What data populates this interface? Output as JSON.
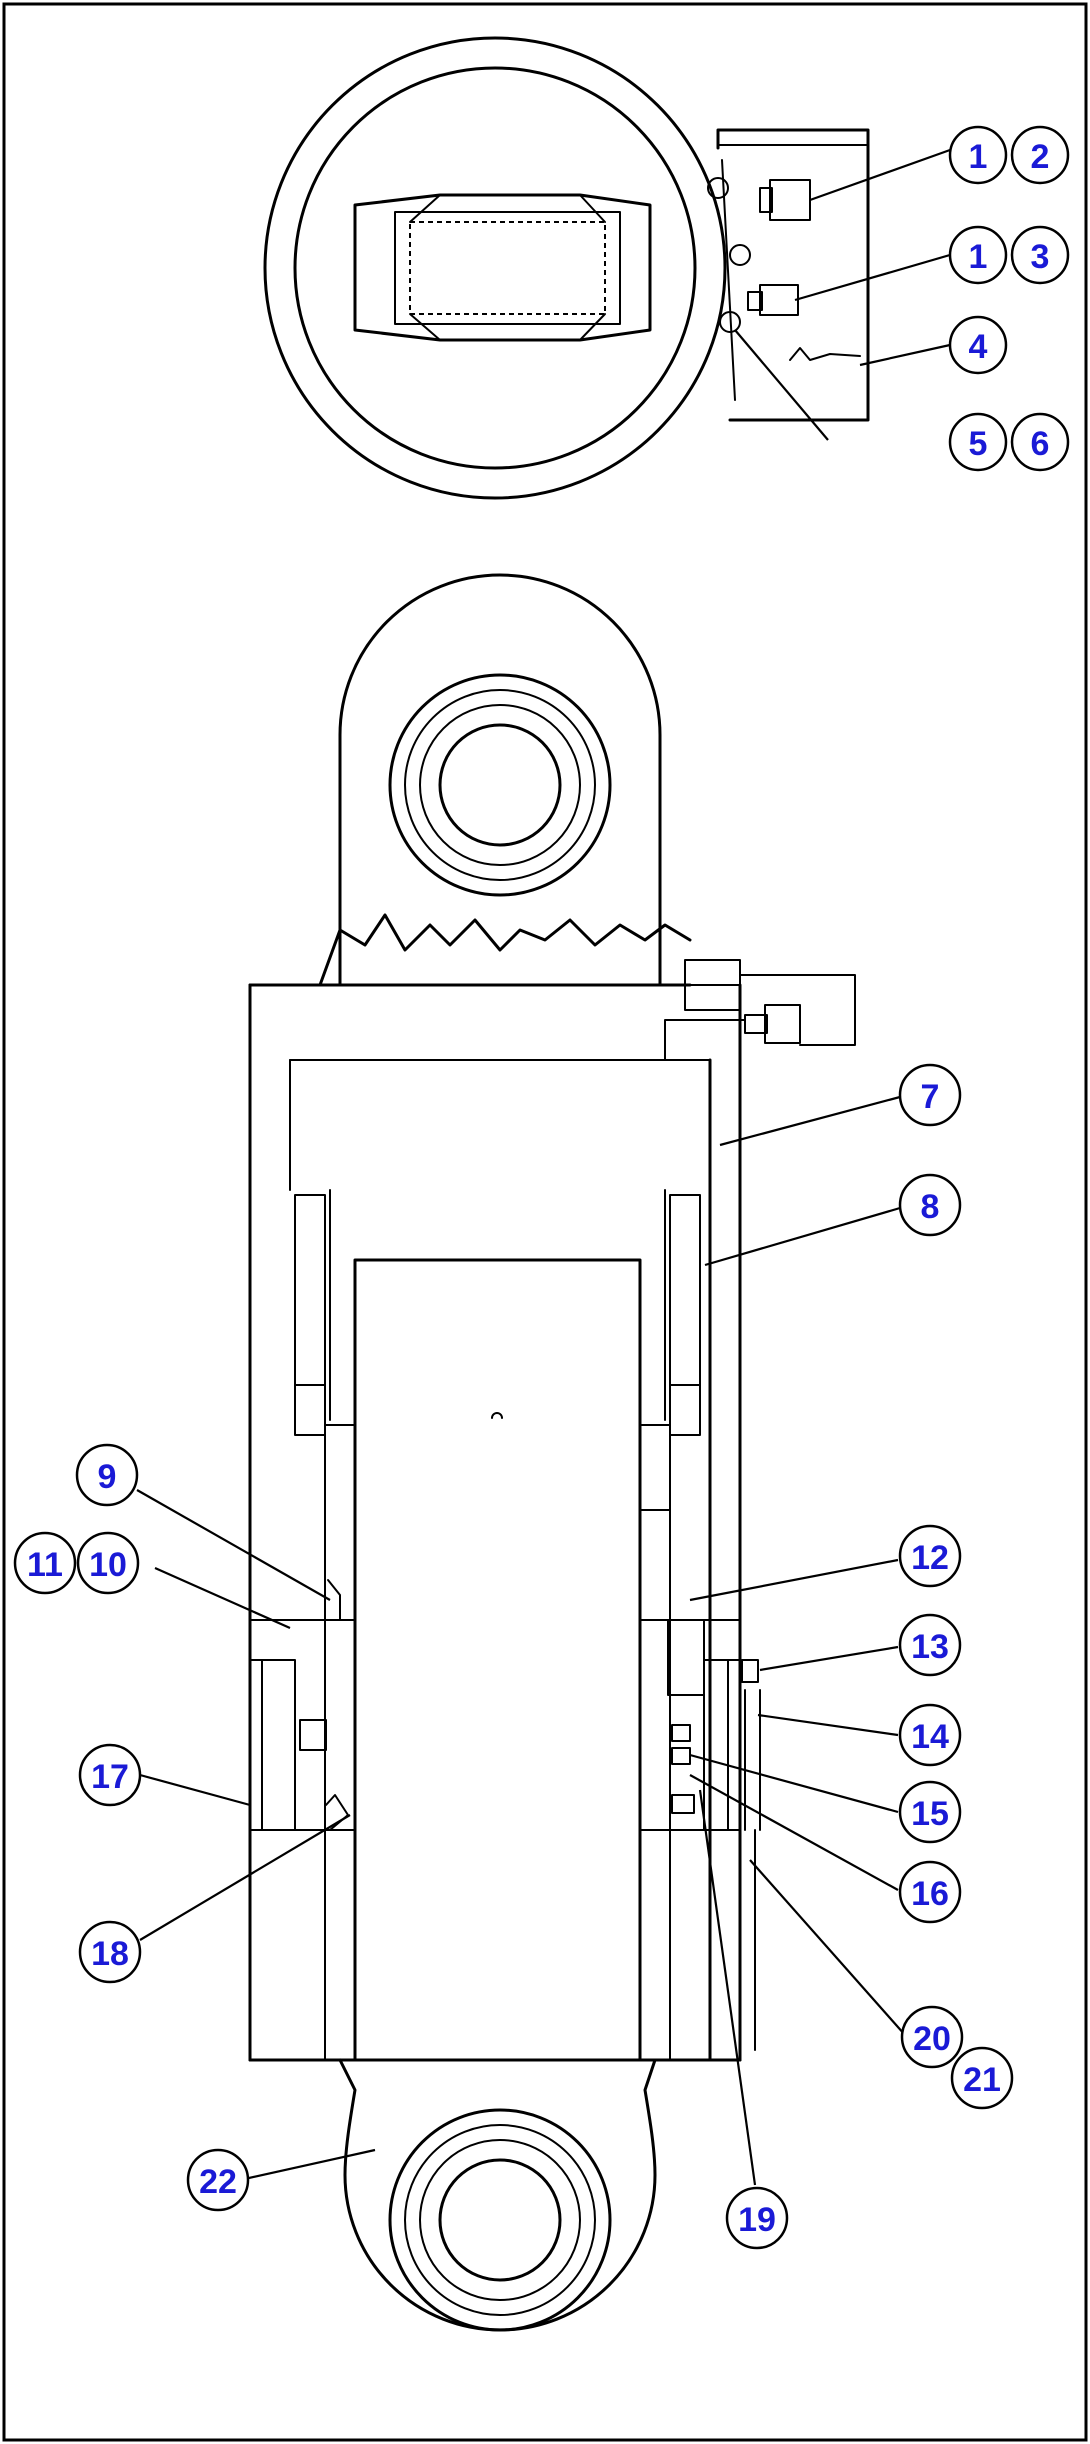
{
  "colors": {
    "line": "#000000",
    "callout_text": "#1a1ad6",
    "background": "#ffffff"
  },
  "callouts": [
    "1",
    "2",
    "1",
    "3",
    "4",
    "5",
    "6",
    "7",
    "8",
    "9",
    "10",
    "11",
    "12",
    "13",
    "14",
    "15",
    "16",
    "17",
    "18",
    "19",
    "20",
    "21",
    "22"
  ]
}
